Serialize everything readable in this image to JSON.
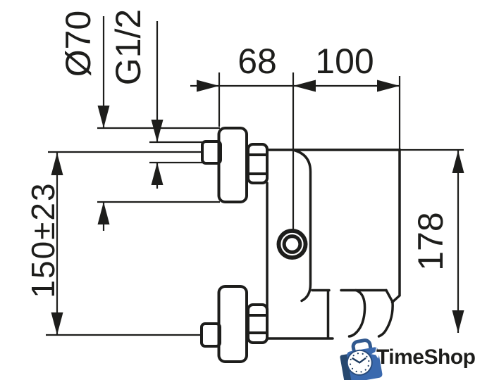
{
  "page": {
    "background": "#ffffff"
  },
  "drawing": {
    "line_color": "#1d1d1b",
    "labels": {
      "flange_diameter": "Ø70",
      "thread_size": "G1/2",
      "wall_to_axis": "68",
      "axis_to_front": "100",
      "body_height": "178",
      "connection_spacing": "150±23"
    }
  },
  "logo": {
    "text": "TimeShop",
    "text_color": "#4a7cc0",
    "bag_color": "#3a69ae",
    "bag_shadow_color": "#27486f",
    "clock_outline_color": "#2a4d7d",
    "clock_hands_color": "#1d3a5e"
  }
}
